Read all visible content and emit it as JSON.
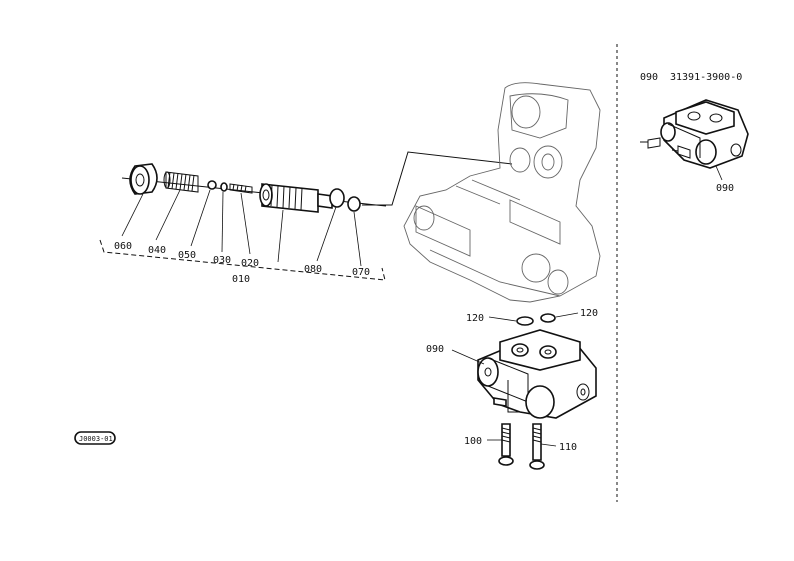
{
  "parts": {
    "p060": "060",
    "p040": "040",
    "p050": "050",
    "p030": "030",
    "p020": "020",
    "p080": "080",
    "p070": "070",
    "p010": "010",
    "p120_left": "120",
    "p120_right": "120",
    "p090_main": "090",
    "p100": "100",
    "p110": "110",
    "p090_inset": "090"
  },
  "inset": {
    "ref": "090",
    "part_number": "31391-3900-0"
  },
  "page_code": "J0003-01"
}
